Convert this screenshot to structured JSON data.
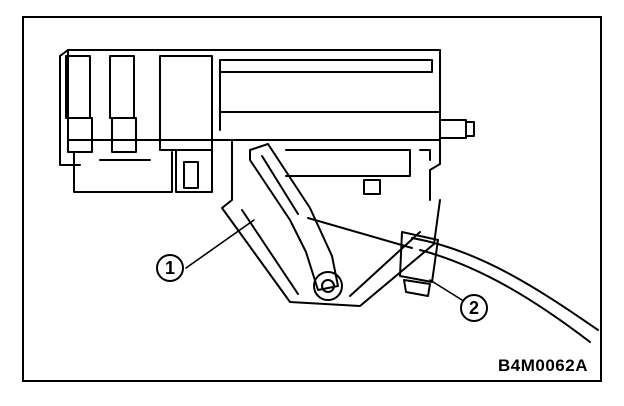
{
  "figure": {
    "code": "B4M0062A",
    "callouts": [
      {
        "number": "1"
      },
      {
        "number": "2"
      }
    ]
  },
  "colors": {
    "line": "#000000",
    "background": "#ffffff"
  }
}
